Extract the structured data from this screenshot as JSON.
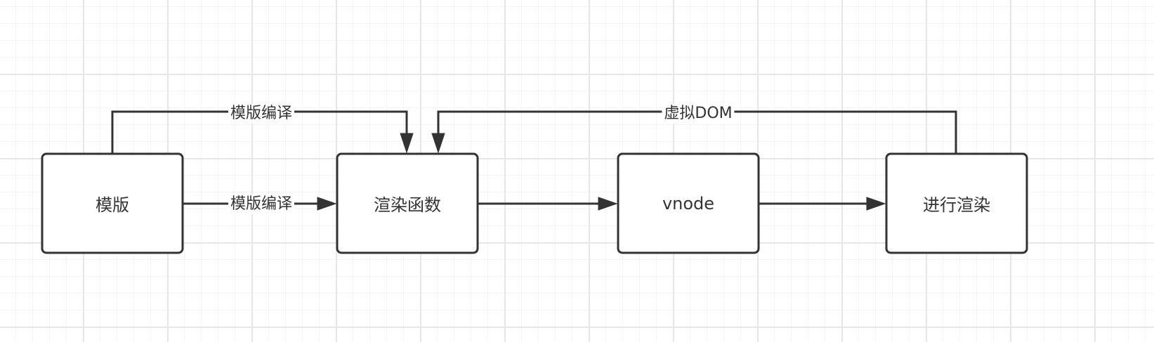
{
  "diagram": {
    "nodes": [
      {
        "id": "template",
        "label": "模版"
      },
      {
        "id": "render-function",
        "label": "渲染函数"
      },
      {
        "id": "vnode",
        "label": "vnode"
      },
      {
        "id": "perform-render",
        "label": "进行渲染"
      }
    ],
    "edges": [
      {
        "id": "compile-top",
        "from": "template",
        "to": "render-function",
        "label": "模版编译"
      },
      {
        "id": "compile-direct",
        "from": "template",
        "to": "render-function",
        "label": "模版编译"
      },
      {
        "id": "render-to-vnode",
        "from": "render-function",
        "to": "vnode",
        "label": ""
      },
      {
        "id": "vnode-to-render",
        "from": "vnode",
        "to": "perform-render",
        "label": ""
      },
      {
        "id": "virtual-dom-back",
        "from": "perform-render",
        "to": "render-function",
        "label": "虚拟DOM"
      }
    ]
  },
  "colors": {
    "stroke": "#333333",
    "text": "#333333",
    "grid": "#e6e6e6",
    "background": "#ffffff"
  }
}
